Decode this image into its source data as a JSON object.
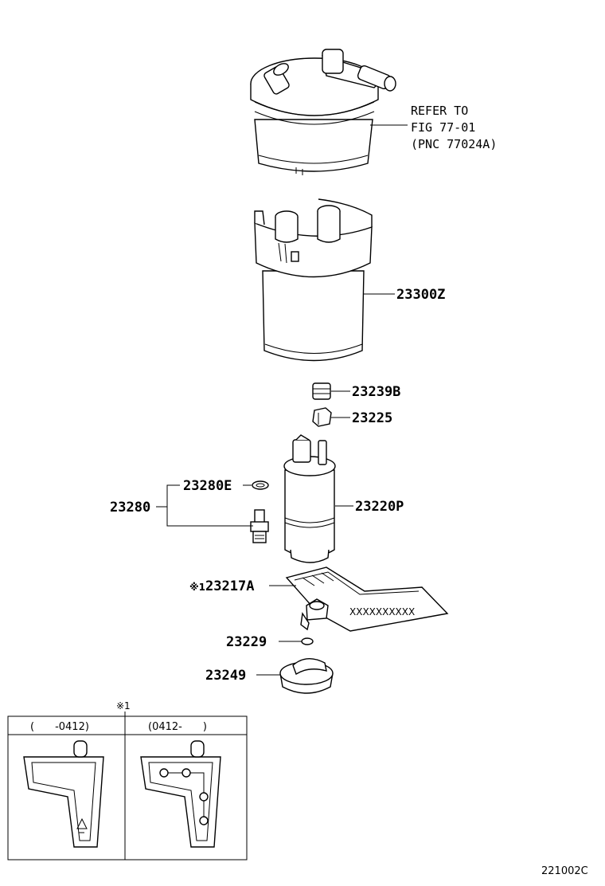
{
  "diagram": {
    "refer_note": {
      "line1": "REFER TO",
      "line2": "FIG 77-01",
      "line3": "(PNC 77024A)"
    },
    "parts": {
      "p23300z": "23300Z",
      "p23239b": "23239B",
      "p23225": "23225",
      "p23280e": "23280E",
      "p23280": "23280",
      "p23220p": "23220P",
      "p23217a": "23217A",
      "p23229": "23229",
      "p23249": "23249"
    },
    "marker_1": "※1",
    "marker_1_header": "※1",
    "inset": {
      "left_header": "(　　-0412)",
      "right_header": "(0412-　　)"
    },
    "filter_code": "XXXXXXXXXX",
    "figure_code": "221002C"
  }
}
